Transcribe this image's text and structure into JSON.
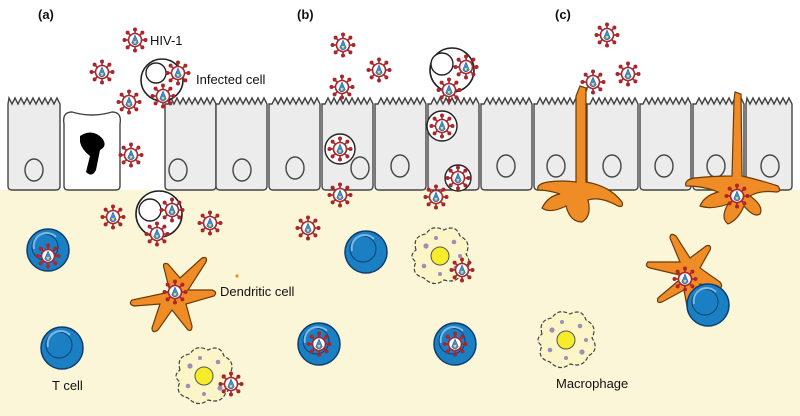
{
  "panels": [
    "(a)",
    "(b)",
    "(c)"
  ],
  "labels": {
    "hiv": "HIV-1",
    "infected_cell": "Infected cell",
    "dendritic_cell": "Dendritic cell",
    "t_cell": "T cell",
    "macrophage": "Macrophage"
  },
  "colors": {
    "submucosa": "#fcf6d8",
    "epithelium_fill": "#ececec",
    "t_cell_blue": "#1b7fc4",
    "dendritic_orange": "#f08c25",
    "virus_red": "#a8262c",
    "virus_core_blue": "#3f8ed6",
    "virus_core_yellow": "#f2d64a",
    "macrophage_fill": "#fbf5c8",
    "macrophage_nucleus": "#f7ec2a"
  }
}
